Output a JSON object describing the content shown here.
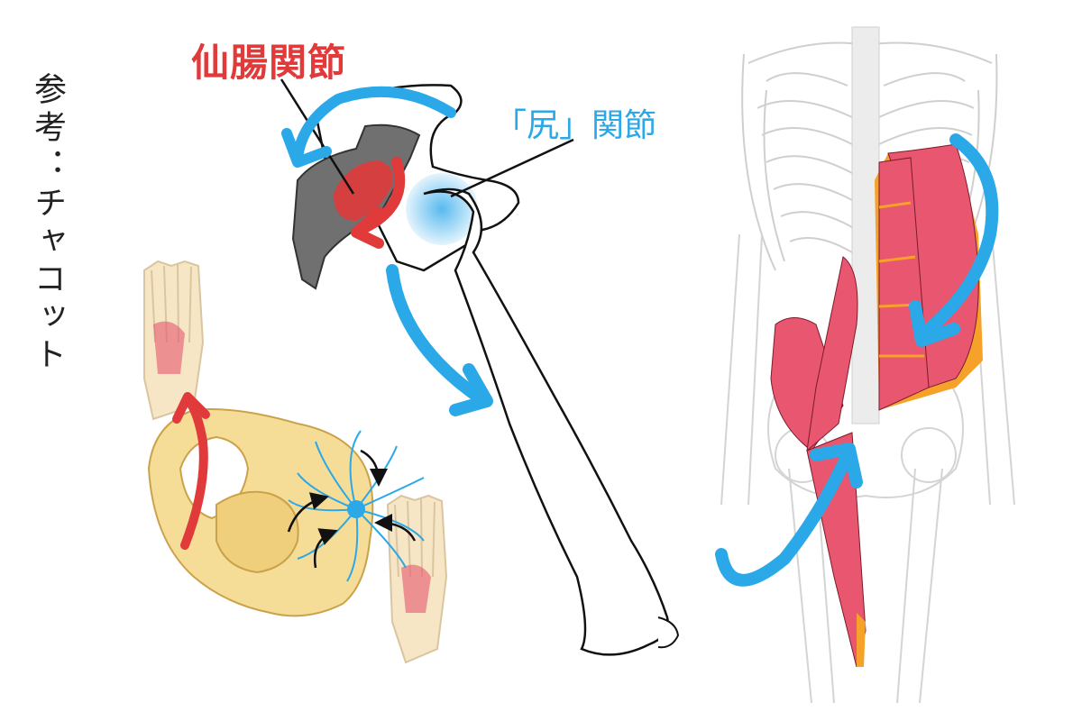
{
  "labels": {
    "reference": "参考：チャコット",
    "sacroiliac_joint": "仙腸関節",
    "hip_joint": "「尻」関節"
  },
  "colors": {
    "accent_red": "#e03a3a",
    "accent_blue": "#2ba8e8",
    "bone_yellow": "#f6dd97",
    "muscle_pink": "#e8566f",
    "fascia_orange": "#f6a12a",
    "sacrum_gray": "#707070"
  }
}
